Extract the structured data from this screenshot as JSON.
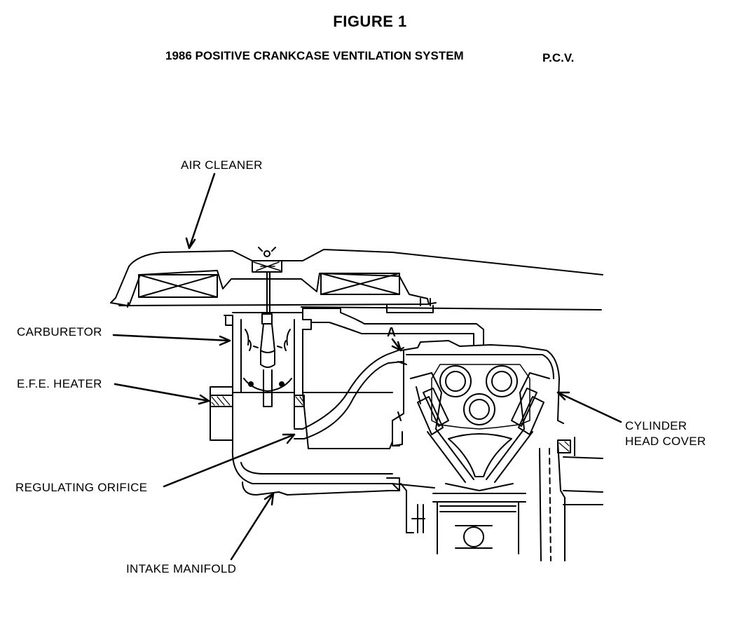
{
  "figure": {
    "title": "FIGURE 1",
    "subtitle": "1986 POSITIVE CRANKCASE VENTILATION SYSTEM",
    "abbreviation": "P.C.V."
  },
  "labels": {
    "air_cleaner": "AIR CLEANER",
    "carburetor": "CARBURETOR",
    "efe_heater": "E.F.E. HEATER",
    "regulating_orifice": "REGULATING ORIFICE",
    "intake_manifold": "INTAKE MANIFOLD",
    "point_a": "A",
    "cylinder_head_cover_line1": "CYLINDER",
    "cylinder_head_cover_line2": "HEAD COVER"
  },
  "colors": {
    "ink": "#000000",
    "paper": "#ffffff"
  }
}
